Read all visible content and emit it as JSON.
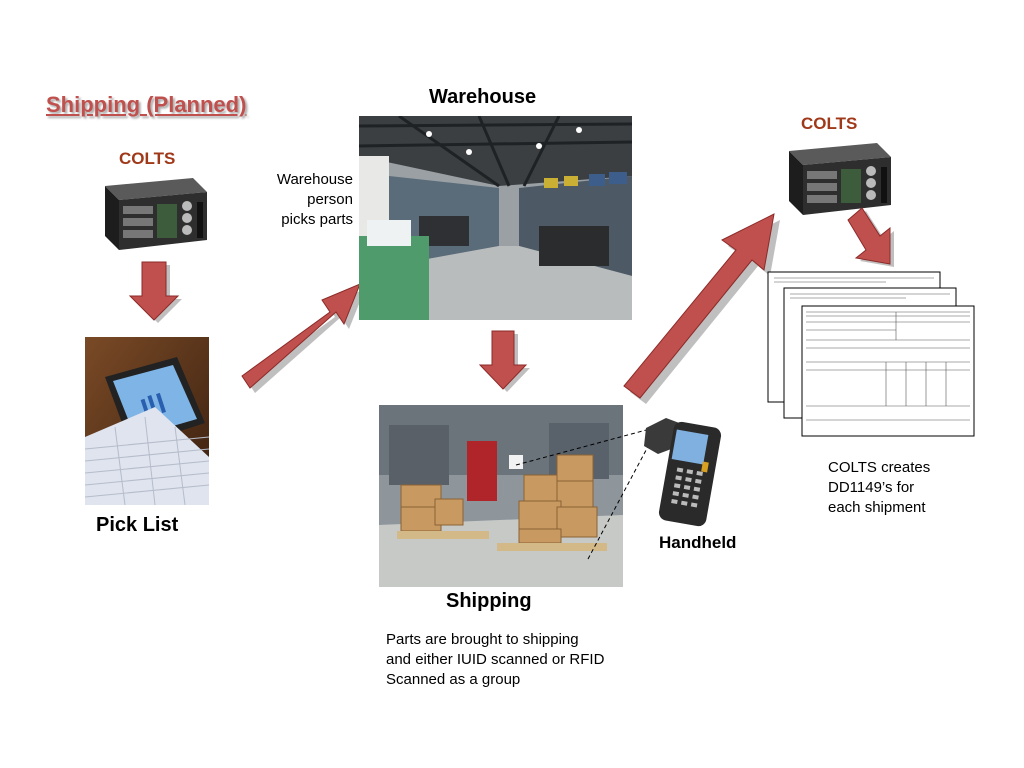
{
  "slide": {
    "title": "Shipping (Planned)",
    "colts_left": "COLTS",
    "colts_right": "COLTS",
    "warehouse_heading": "Warehouse",
    "warehouse_caption_lines": [
      "Warehouse",
      "person",
      "picks parts"
    ],
    "pick_list_label": "Pick List",
    "shipping_heading": "Shipping",
    "shipping_caption_lines": [
      "Parts are brought to shipping",
      "and either IUID scanned or RFID",
      "Scanned as a group"
    ],
    "handheld_label": "Handheld",
    "colts_caption_lines": [
      "COLTS creates",
      "DD1149’s for",
      "each shipment"
    ]
  },
  "colors": {
    "arrow_fill": "#c0504d",
    "arrow_stroke": "#8b2a28",
    "title_color": "#c0504d",
    "colts_label_color": "#a0391a"
  },
  "icons": {
    "server": "server-icon",
    "arrow": "arrow-icon",
    "scanner": "handheld-scanner-icon",
    "document": "document-stack-icon"
  }
}
